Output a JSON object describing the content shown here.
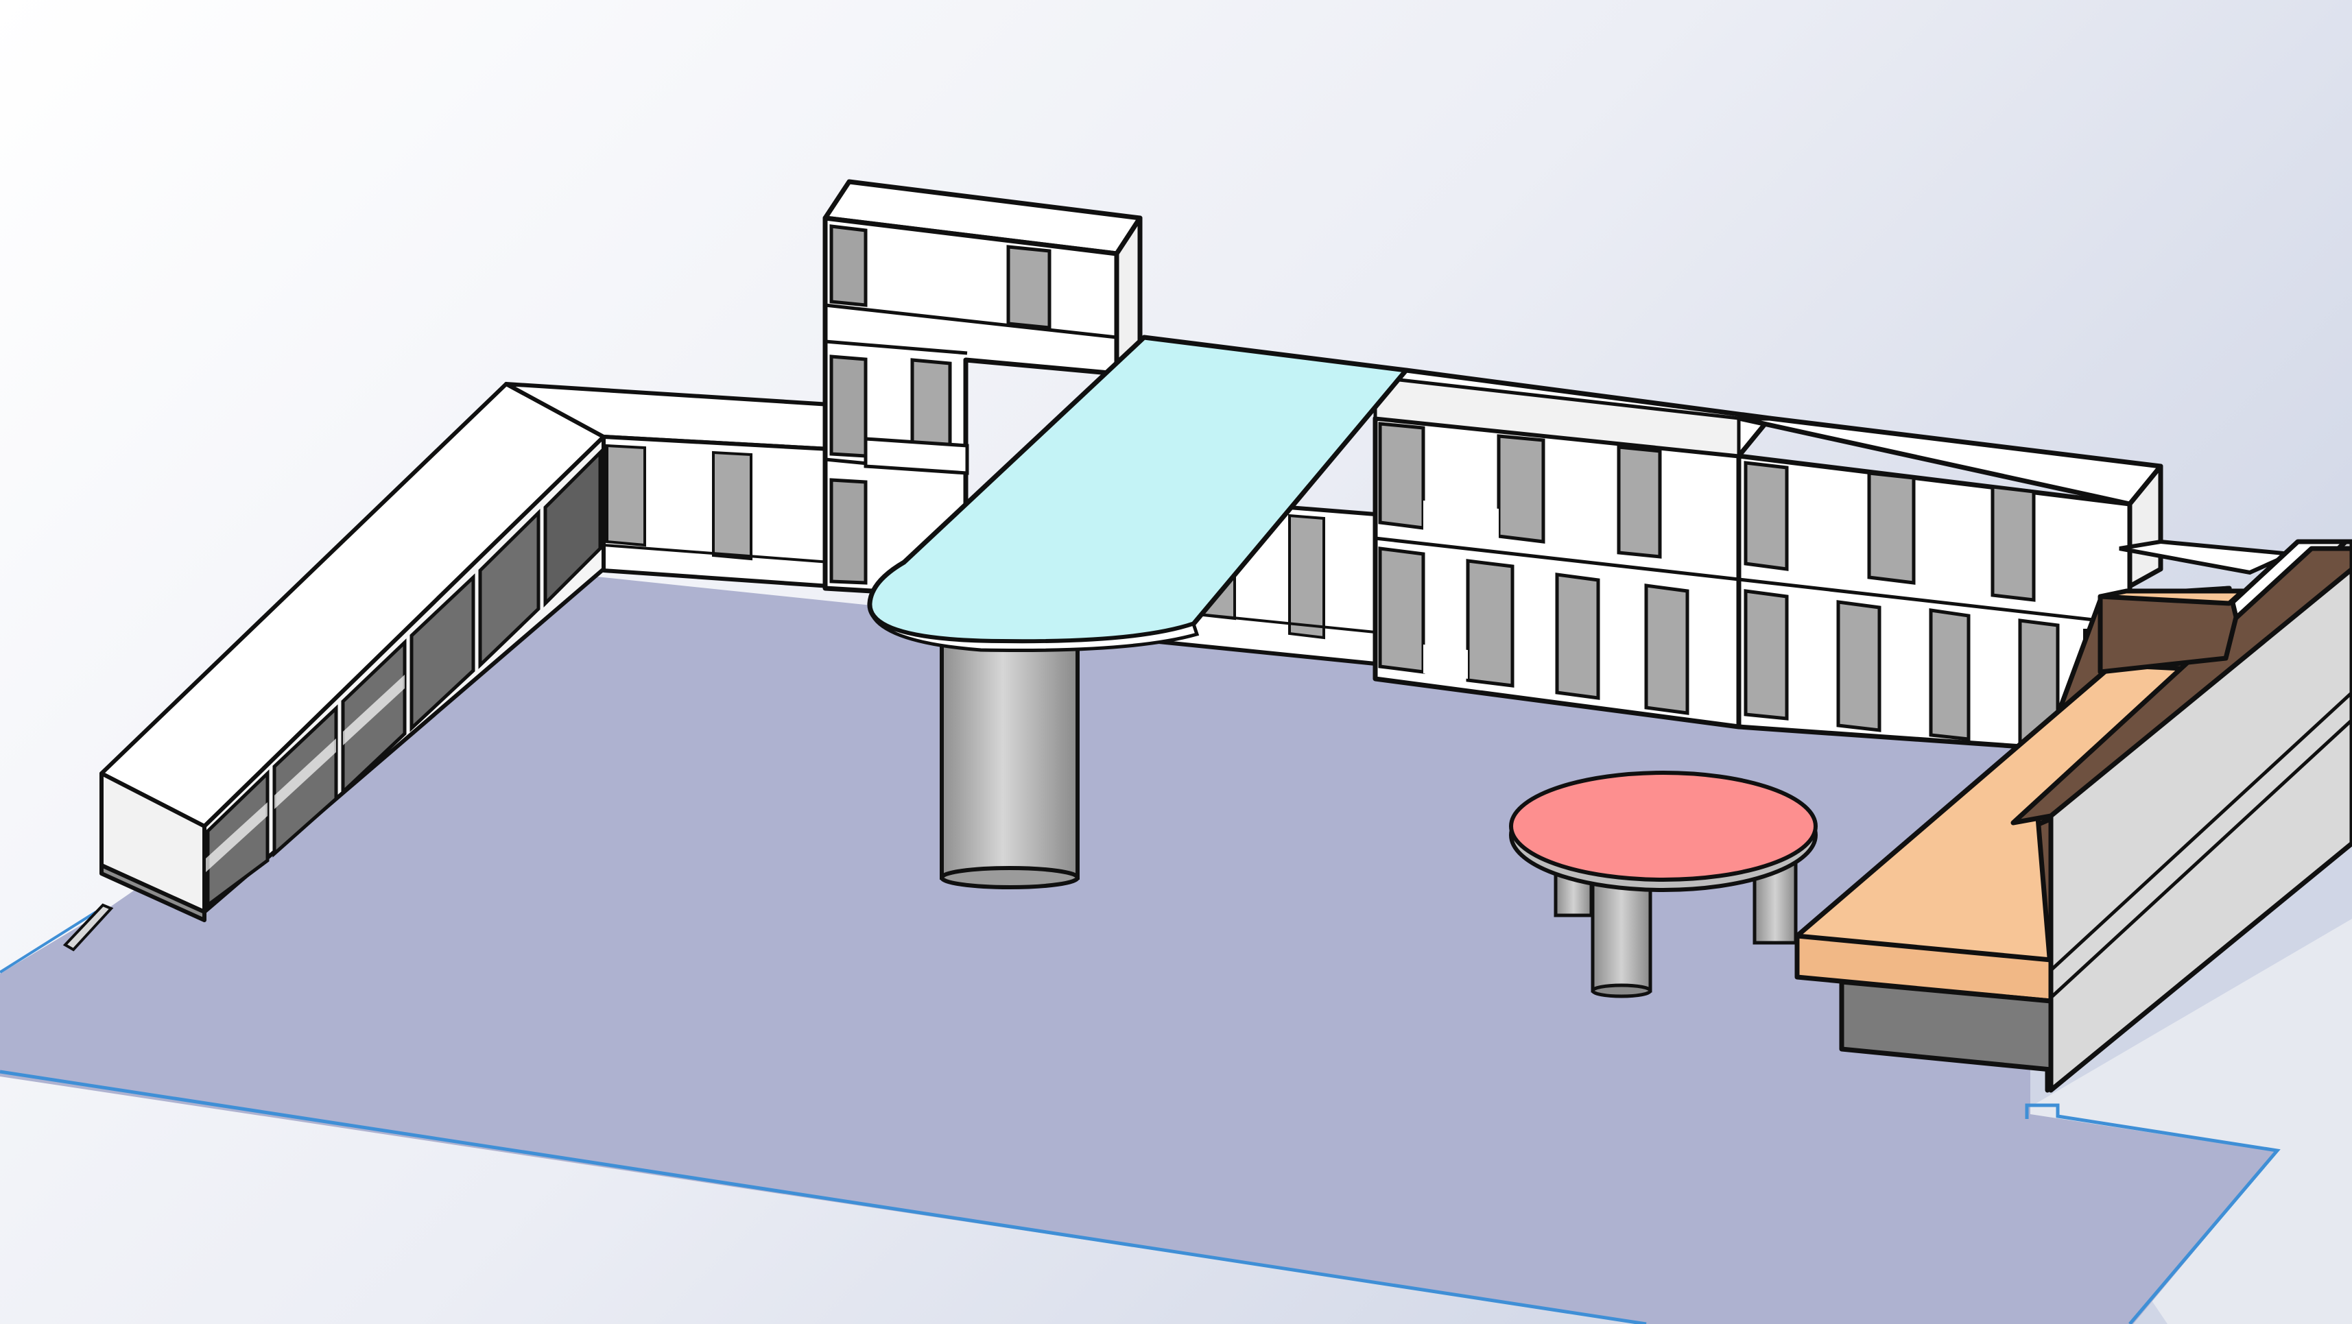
{
  "viewport": {
    "type": "cad-3d-model-view",
    "background_gradient": [
      "#ffffff",
      "#e9ecf4",
      "#d2d8e7"
    ],
    "shadow_floor_color": "#e4e7ef"
  },
  "colors": {
    "floor": "#aeb2d0",
    "floor_edge": "#3f8fd6",
    "outline": "#101010",
    "cabinet_top": "#ffffff",
    "cabinet_front": "#f3f3f3",
    "cabinet_inner_back": "#ffffff",
    "cabinet_divider": "#a4a4a4",
    "cabinet_dark": "#777777",
    "table_top": "#c4f3f6",
    "table_pedestal": "#a9a9a9",
    "coffee_table_top": "#fd8f8f",
    "coffee_table_legs": "#a0a0a0",
    "bench_seat": "#f7c596",
    "bench_back": "#6e5140",
    "bench_panel": "#d9d9d9"
  },
  "scene": {
    "objects": [
      {
        "name": "floor-plate",
        "shape": "flat-panel"
      },
      {
        "name": "left-low-shelving-run",
        "shape": "cubby-shelf",
        "rows": 1,
        "cubbies": 6
      },
      {
        "name": "back-low-shelving-run",
        "shape": "cubby-shelf",
        "rows": 1
      },
      {
        "name": "tall-bookcase",
        "shape": "cubby-shelf",
        "rows": 3
      },
      {
        "name": "right-double-shelving-unit-a",
        "shape": "cubby-shelf",
        "rows": 2
      },
      {
        "name": "right-double-shelving-unit-b",
        "shape": "cubby-shelf",
        "rows": 2
      },
      {
        "name": "peninsula-table",
        "shape": "rounded-top-on-pedestal"
      },
      {
        "name": "round-coffee-table",
        "shape": "round-top-three-legs"
      },
      {
        "name": "corner-bench-sofa",
        "shape": "bench-with-backrest"
      }
    ]
  }
}
